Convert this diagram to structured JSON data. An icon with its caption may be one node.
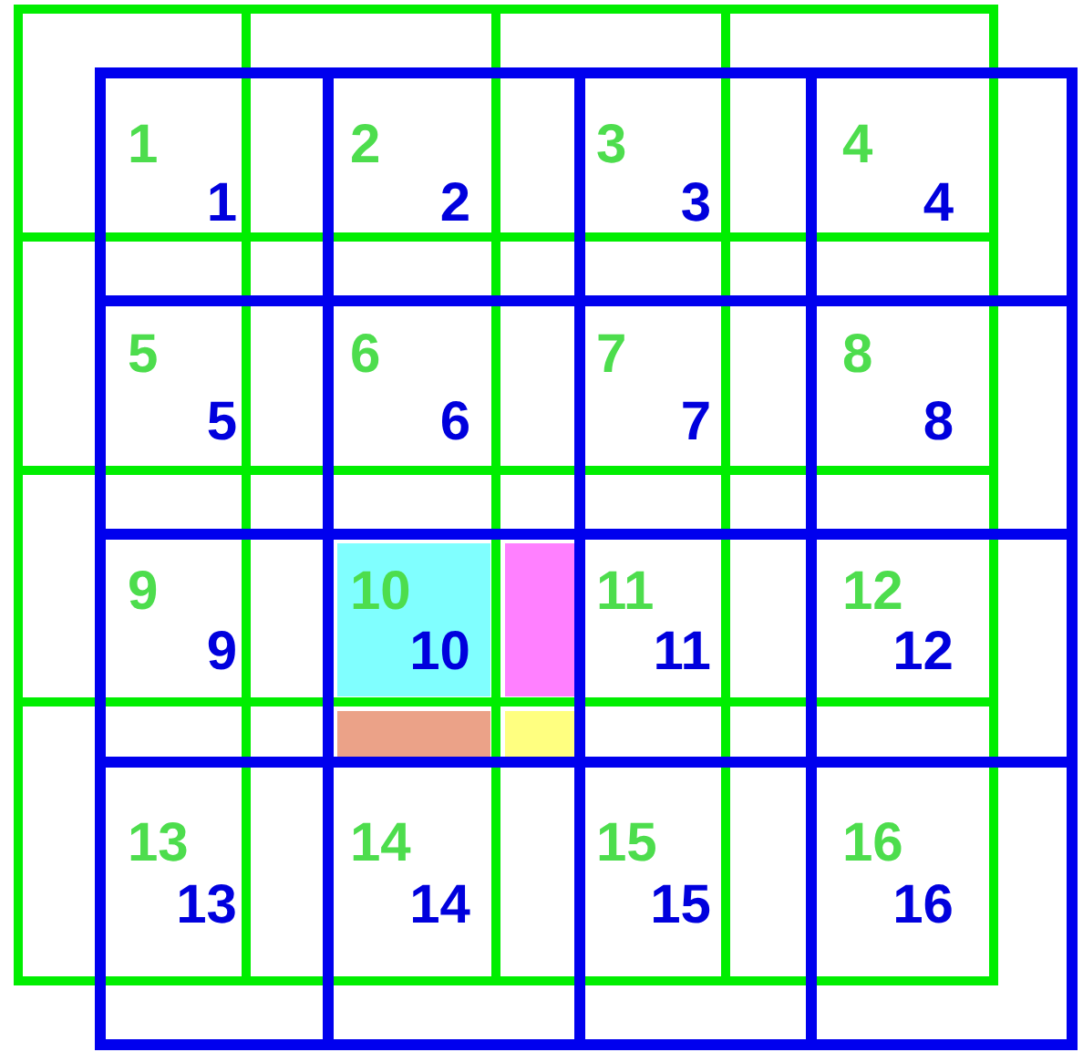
{
  "diagram": {
    "nodes": [
      {
        "text": [],
        "shape": "box"
      },
      {
        "text": [],
        "shape": "box"
      },
      {
        "text": [],
        "shape": "box"
      },
      {
        "text": [],
        "shape": "box"
      }
    ],
    "labels": [
      "1",
      "2",
      "3",
      "4",
      "1",
      "2",
      "3",
      "4",
      "5",
      "6",
      "7",
      "8",
      "5",
      "6",
      "7",
      "8",
      "9",
      "10",
      "11",
      "12",
      "9",
      "10",
      "11",
      "12",
      "13",
      "14",
      "15",
      "16",
      "13",
      "14",
      "15",
      "16"
    ]
  }
}
